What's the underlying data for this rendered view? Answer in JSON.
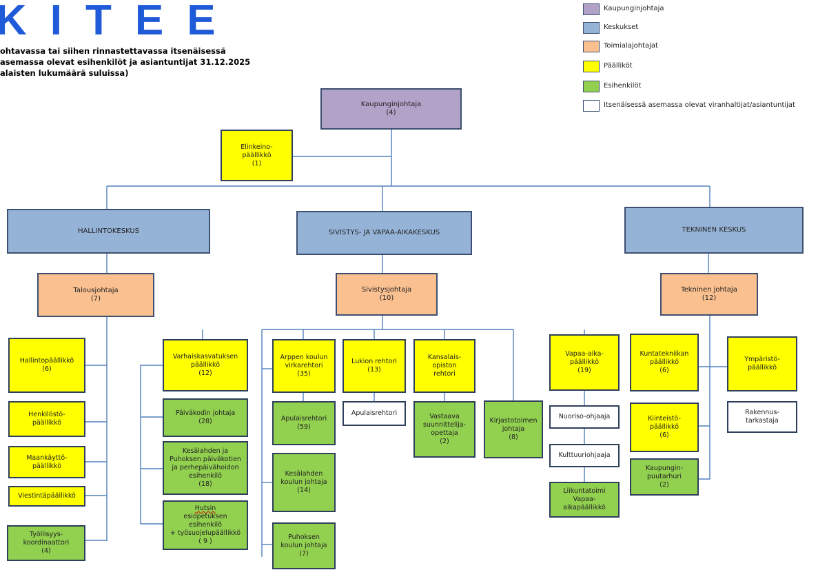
{
  "header": {
    "logo": "KITEE",
    "subtitle_lines": [
      "ohtavassa tai siihen rinnastettavassa itsenäisessä",
      "asemassa olevat esihenkilöt ja asiantuntijat 31.12.2025",
      "alaisten lukumäärä suluissa)"
    ]
  },
  "legend": [
    {
      "label": "Kaupunginjohtaja",
      "color": "#b3a2c7"
    },
    {
      "label": "Keskukset",
      "color": "#95b3d7"
    },
    {
      "label": "Toimialajohtajat",
      "color": "#fac090"
    },
    {
      "label": "Päälliköt",
      "color": "#ffff00"
    },
    {
      "label": "Esihenkilöt",
      "color": "#92d050"
    },
    {
      "label": "Itsenäisessä asemassa olevat viranhaltijat/asiantuntijat",
      "color": "#ffffff"
    }
  ],
  "nodes": {
    "kaupunginjohtaja": {
      "title": "Kaupunginjohtaja",
      "count": "(4)"
    },
    "elinkeino": {
      "title1": "Elinkeino-",
      "title2": "päällikkö",
      "count": "(1)"
    },
    "hallintokeskus": {
      "title": "HALLINTOKESKUS"
    },
    "sivistyskeskus": {
      "title": "SIVISTYS- JA VAPAA-AIKAKESKUS"
    },
    "teknkeskus": {
      "title": "TEKNINEN KESKUS"
    },
    "talousjohtaja": {
      "title": "Talousjohtaja",
      "count": "(7)"
    },
    "sivistysjohtaja": {
      "title": "Sivistysjohtaja",
      "count": "(10)"
    },
    "teknjohtaja": {
      "title": "Tekninen johtaja",
      "count": "(12)"
    },
    "hallintopaallikko": {
      "title": "Hallintopäällikkö",
      "count": "(6)"
    },
    "henkilosto": {
      "title1": "Henkilöstö-",
      "title2": "päällikkö"
    },
    "maankaytto": {
      "title1": "Maankäyttö-",
      "title2": "päällikkö"
    },
    "viestinta": {
      "title": "Viestintäpäällikkö"
    },
    "tyollisyys": {
      "title1": "Työllisyys-",
      "title2": "koordinaattori",
      "count": "(4)"
    },
    "varhaiskasvatus": {
      "title1": "Varhaiskasvatuksen",
      "title2": "päällikkö",
      "count": "(12)"
    },
    "paivakoti": {
      "title": "Päiväkodin johtaja",
      "count": "(28)"
    },
    "kesalahden_pk": {
      "l1": "Kesälahden ja",
      "l2": "Puhoksen päiväkotien",
      "l3": "ja perhepäivähoidon",
      "l4": "esihenkilö",
      "count": "(18)"
    },
    "hutsin": {
      "l1": "Hutsin",
      "l2": "esiopetuksen",
      "l3": "esihenkilö",
      "l4": "+ työsuojelupäällikkö",
      "count": "( 9 )"
    },
    "arppen": {
      "l1": "Arppen  koulun",
      "l2": "virkarehtori",
      "count": "(35)"
    },
    "apulaisrehtori_g": {
      "title": "Apulaisrehtori",
      "count": "(59)"
    },
    "kesalahden_koulu": {
      "l1": "Kesälahden",
      "l2": "koulun johtaja",
      "count": "(14)"
    },
    "puhoksen_koulu": {
      "l1": "Puhoksen",
      "l2": "koulun johtaja",
      "count": "(7)"
    },
    "lukio": {
      "title": "Lukion rehtori",
      "count": "(13)"
    },
    "apulaisrehtori_w": {
      "title": "Apulaisrehtori"
    },
    "kansalaisopisto": {
      "l1": "Kansalais-",
      "l2": "opiston",
      "l3": "rehtori"
    },
    "vastaava": {
      "l1": "Vastaava",
      "l2": "suunnittelija-",
      "l3": "opettaja",
      "count": "(2)"
    },
    "kirjasto": {
      "l1": "Kirjastotoimen",
      "l2": "johtaja",
      "count": "(8)"
    },
    "vapaa_aika": {
      "l1": "Vapaa-aika-",
      "l2": "päällikkö",
      "count": "(19)"
    },
    "nuoriso": {
      "title": "Nuoriso-ohjaaja"
    },
    "kulttuuri": {
      "title": "Kulttuuriohjaaja"
    },
    "liikunta": {
      "l1": "Liikuntatoimi",
      "l2": "Vapaa-",
      "l3": "aikapäällikkö"
    },
    "kuntatekniikka": {
      "l1": "Kuntatekniikan",
      "l2": "päällikkö",
      "count": "(6)"
    },
    "ymparisto": {
      "l1": "Ympäristö-",
      "l2": "päällikkö"
    },
    "rakennus": {
      "l1": "Rakennus-",
      "l2": "tarkastaja"
    },
    "kiinteisto": {
      "l1": "Kiinteistö-",
      "l2": "päällikkö",
      "count": "(6)"
    },
    "puutarhuri": {
      "l1": "Kaupungin-",
      "l2": "puutarhuri",
      "count": "(2)"
    }
  }
}
